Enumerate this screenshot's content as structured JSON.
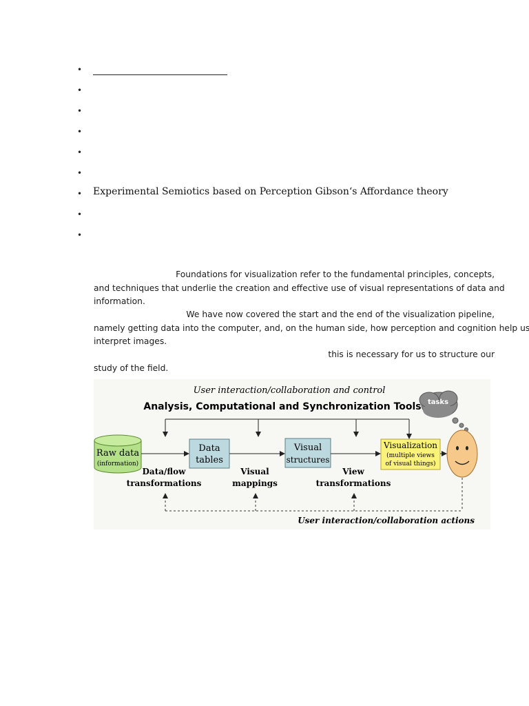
{
  "bullets": [
    {
      "text": ""
    },
    {
      "text": ""
    },
    {
      "text": ""
    },
    {
      "text": ""
    },
    {
      "text": ""
    },
    {
      "text": ""
    },
    {
      "text": "Experimental Semiotics based on Perception Gibson‘s Affordance theory"
    },
    {
      "text": ""
    },
    {
      "text": ""
    }
  ],
  "paragraphs": {
    "p1": [
      "Foundations for visualization refer to the fundamental principles, concepts,",
      "and techniques that underlie the creation and effective use of visual representations of data and",
      "information."
    ],
    "p2": [
      "We have now covered the start and the end of the visualization pipeline,",
      "namely getting data into the computer, and, on the human side, how perception and cognition help us",
      "interpret images."
    ],
    "p3": [
      "this is necessary for us to structure our",
      "study of the field."
    ]
  },
  "figure": {
    "top_caption": "User interaction/collaboration and control",
    "tools_title": "Analysis, Computational and Synchronization Tools",
    "cloud_label": "tasks",
    "raw_data": {
      "line1": "Raw data",
      "line2": "(information)"
    },
    "data_tables": {
      "line1": "Data",
      "line2": "tables"
    },
    "visual_structures": {
      "line1": "Visual",
      "line2": "structures"
    },
    "visualization": {
      "line1": "Visualization",
      "line2": "(multiple views",
      "line3": "of visual things)"
    },
    "data_flow": {
      "line1": "Data/flow",
      "line2": "transformations"
    },
    "visual_mappings": {
      "line1": "Visual",
      "line2": "mappings"
    },
    "view_transformations": {
      "line1": "View",
      "line2": "transformations"
    },
    "bottom_caption": "User interaction/collaboration actions",
    "colors": {
      "raw_data_fill": "#b5e08a",
      "raw_data_stroke": "#5a8a2a",
      "box_fill": "#bcd9df",
      "box_stroke": "#5c7f8a",
      "vis_fill": "#fbf27a",
      "vis_stroke": "#b0a040",
      "face_fill": "#f6c98b",
      "cloud_fill": "#8a8a8a",
      "background": "#f7f7f4"
    }
  }
}
